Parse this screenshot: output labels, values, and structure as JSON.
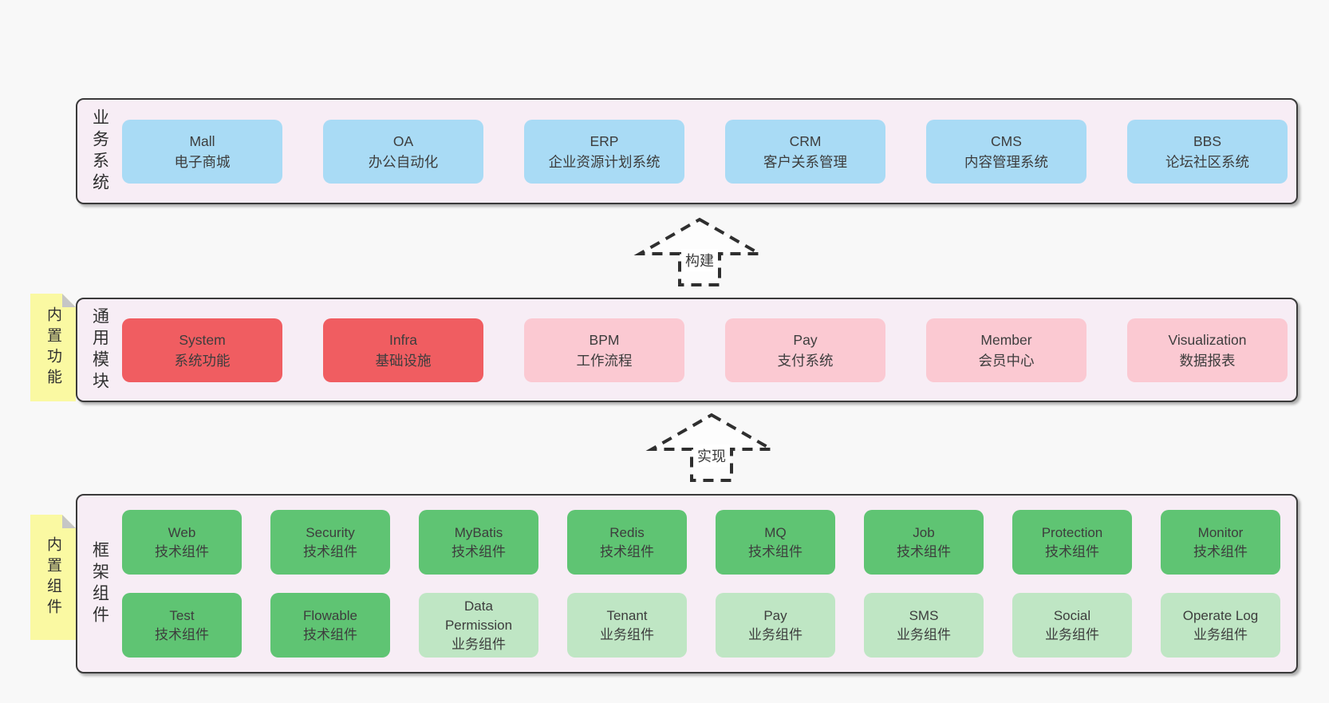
{
  "colors": {
    "page_bg": "#f8f8f8",
    "band_bg": "#f7edf5",
    "band_border": "#3a3a3a",
    "business_box": "#a9dbf5",
    "core_module_box": "#f05d61",
    "optional_module_box": "#fbc9d2",
    "tech_component_box": "#5fc473",
    "biz_component_box": "#bfe6c4",
    "sticky_bg": "#faf9a2",
    "sticky_fold": "#c6c6c6"
  },
  "arrows": [
    {
      "label": "构建"
    },
    {
      "label": "实现"
    }
  ],
  "stickies": [
    {
      "label": "内置功能"
    },
    {
      "label": "内置组件"
    }
  ],
  "bands": [
    {
      "label": "业务系统",
      "boxes": [
        {
          "name": "Mall",
          "subtitle": "电子商城",
          "variant": "business"
        },
        {
          "name": "OA",
          "subtitle": "办公自动化",
          "variant": "business"
        },
        {
          "name": "ERP",
          "subtitle": "企业资源计划系统",
          "variant": "business"
        },
        {
          "name": "CRM",
          "subtitle": "客户关系管理",
          "variant": "business"
        },
        {
          "name": "CMS",
          "subtitle": "内容管理系统",
          "variant": "business"
        },
        {
          "name": "BBS",
          "subtitle": "论坛社区系统",
          "variant": "business"
        }
      ]
    },
    {
      "label": "通用模块",
      "boxes": [
        {
          "name": "System",
          "subtitle": "系统功能",
          "variant": "core"
        },
        {
          "name": "Infra",
          "subtitle": "基础设施",
          "variant": "core"
        },
        {
          "name": "BPM",
          "subtitle": "工作流程",
          "variant": "optional"
        },
        {
          "name": "Pay",
          "subtitle": "支付系统",
          "variant": "optional"
        },
        {
          "name": "Member",
          "subtitle": "会员中心",
          "variant": "optional"
        },
        {
          "name": "Visualization",
          "subtitle": "数据报表",
          "variant": "optional"
        }
      ]
    },
    {
      "label": "框架组件",
      "rows": [
        [
          {
            "name": "Web",
            "subtitle": "技术组件",
            "variant": "tech"
          },
          {
            "name": "Security",
            "subtitle": "技术组件",
            "variant": "tech"
          },
          {
            "name": "MyBatis",
            "subtitle": "技术组件",
            "variant": "tech"
          },
          {
            "name": "Redis",
            "subtitle": "技术组件",
            "variant": "tech"
          },
          {
            "name": "MQ",
            "subtitle": "技术组件",
            "variant": "tech"
          },
          {
            "name": "Job",
            "subtitle": "技术组件",
            "variant": "tech"
          },
          {
            "name": "Protection",
            "subtitle": "技术组件",
            "variant": "tech"
          },
          {
            "name": "Monitor",
            "subtitle": "技术组件",
            "variant": "tech"
          }
        ],
        [
          {
            "name": "Test",
            "subtitle": "技术组件",
            "variant": "tech"
          },
          {
            "name": "Flowable",
            "subtitle": "技术组件",
            "variant": "tech"
          },
          {
            "name": "Data Permission",
            "subtitle": "业务组件",
            "variant": "biz"
          },
          {
            "name": "Tenant",
            "subtitle": "业务组件",
            "variant": "biz"
          },
          {
            "name": "Pay",
            "subtitle": "业务组件",
            "variant": "biz"
          },
          {
            "name": "SMS",
            "subtitle": "业务组件",
            "variant": "biz"
          },
          {
            "name": "Social",
            "subtitle": "业务组件",
            "variant": "biz"
          },
          {
            "name": "Operate Log",
            "subtitle": "业务组件",
            "variant": "biz"
          }
        ]
      ]
    }
  ]
}
